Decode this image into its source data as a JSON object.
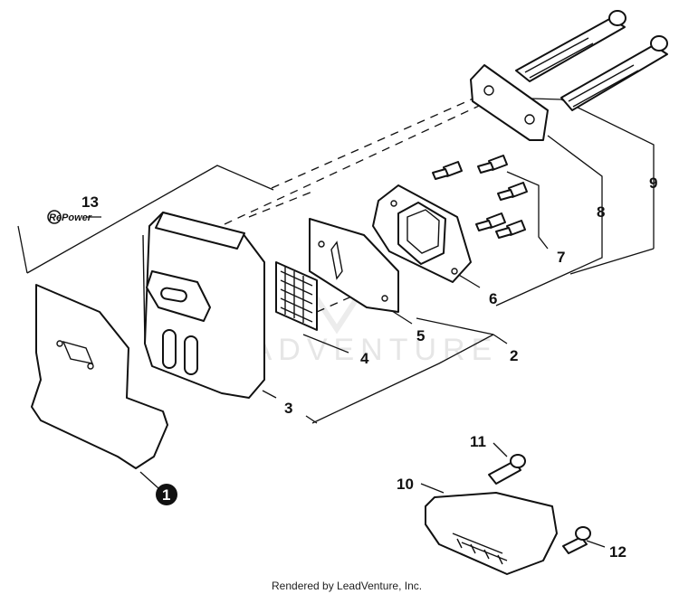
{
  "labels": {
    "p1": "1",
    "p2": "2",
    "p3": "3",
    "p4": "4",
    "p5": "5",
    "p6": "6",
    "p7": "7",
    "p8": "8",
    "p9": "9",
    "p10": "10",
    "p11": "11",
    "p12": "12",
    "p13": "13"
  },
  "logo": {
    "text": "RePower"
  },
  "watermark": "LEADVENTURE",
  "footer": "Rendered by LeadVenture, Inc."
}
